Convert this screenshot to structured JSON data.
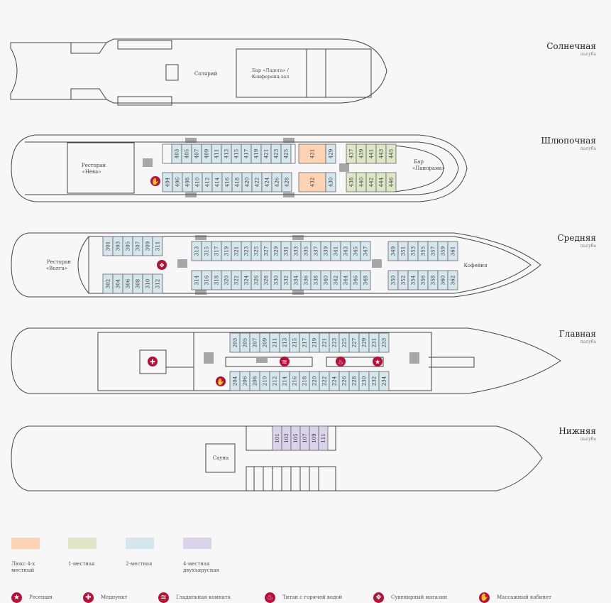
{
  "decks": [
    {
      "name": "Солнечная",
      "sub": "палуба"
    },
    {
      "name": "Шлюпочная",
      "sub": "палуба"
    },
    {
      "name": "Средняя",
      "sub": "палуба"
    },
    {
      "name": "Главная",
      "sub": "палуба"
    },
    {
      "name": "Нижняя",
      "sub": "палуба"
    }
  ],
  "rooms": {
    "solarium": "Солярий",
    "bar_ladoga_1": "Бар «Ладога» /",
    "bar_ladoga_2": "Конференц-зал",
    "rest_neva_1": "Ресторан",
    "rest_neva_2": "«Нева»",
    "bar_panorama_1": "Бар",
    "bar_panorama_2": "«Панорама»",
    "rest_volga_1": "Ресторан",
    "rest_volga_2": "«Волга»",
    "coffee": "Кофейня",
    "sauna": "Сауна"
  },
  "cabins": {
    "deck4_top": [
      "403",
      "405",
      "407",
      "409",
      "411",
      "413",
      "415",
      "417",
      "419",
      "421",
      "423",
      "425"
    ],
    "deck4_bot": [
      "404",
      "406",
      "408",
      "410",
      "412",
      "414",
      "416",
      "418",
      "420",
      "422",
      "424",
      "426",
      "428"
    ],
    "deck4_lux": [
      "431",
      "432"
    ],
    "deck4_mid": [
      "429",
      "430"
    ],
    "deck4_single_top": [
      "437",
      "439",
      "441",
      "443",
      "445"
    ],
    "deck4_single_bot": [
      "438",
      "440",
      "442",
      "444",
      "446"
    ],
    "deck3_aft_top": [
      "301",
      "303",
      "305",
      "307",
      "309",
      "311"
    ],
    "deck3_aft_bot": [
      "302",
      "304",
      "306",
      "308",
      "310",
      "312"
    ],
    "deck3_top": [
      "313",
      "315",
      "317",
      "319",
      "321",
      "323",
      "325",
      "327",
      "329",
      "331",
      "333",
      "335",
      "337",
      "339",
      "341",
      "343",
      "345",
      "347"
    ],
    "deck3_bot": [
      "314",
      "316",
      "318",
      "320",
      "322",
      "324",
      "326",
      "328",
      "330",
      "332",
      "334",
      "336",
      "338",
      "340",
      "342",
      "344",
      "346",
      "348"
    ],
    "deck3_fwd_top": [
      "349",
      "351",
      "353",
      "355",
      "357",
      "359",
      "361"
    ],
    "deck3_fwd_bot": [
      "350",
      "352",
      "354",
      "356",
      "358",
      "360",
      "362"
    ],
    "deck2_top": [
      "203",
      "205",
      "207",
      "209",
      "211",
      "213",
      "215",
      "217",
      "219",
      "221",
      "223",
      "225",
      "227",
      "229",
      "231",
      "233"
    ],
    "deck2_bot": [
      "204",
      "206",
      "208",
      "210",
      "212",
      "214",
      "216",
      "218",
      "220",
      "222",
      "224",
      "226",
      "228",
      "230",
      "232",
      "234"
    ],
    "deck1": [
      "101",
      "103",
      "105",
      "107",
      "109",
      "111"
    ]
  },
  "legend": [
    {
      "label": "Люкс 4-х местный",
      "color": "#fdd3b4"
    },
    {
      "label": "1-местная",
      "color": "#dde7c8"
    },
    {
      "label": "2-местная",
      "color": "#d5e6ec"
    },
    {
      "label": "4-местная двухъярусная",
      "color": "#d9d4eb"
    }
  ],
  "icon_legend": [
    {
      "label": "Ресепшн",
      "icon": "star-icon",
      "glyph": "★"
    },
    {
      "label": "Медпункт",
      "icon": "medical-cross-icon",
      "glyph": "✚"
    },
    {
      "label": "Гладильная комната",
      "icon": "iron-icon",
      "glyph": "≋"
    },
    {
      "label": "Титан с горячей водой",
      "icon": "water-heater-icon",
      "glyph": "♨"
    },
    {
      "label": "Сувенирный магазин",
      "icon": "gift-icon",
      "glyph": "❖"
    },
    {
      "label": "Массажный кабинет",
      "icon": "massage-hand-icon",
      "glyph": "✋"
    }
  ],
  "colors": {
    "lux": "#fdd3b4",
    "single": "#dde7c8",
    "double": "#d5e6ec",
    "bunk": "#d9d4eb",
    "accent": "#b5123a"
  }
}
